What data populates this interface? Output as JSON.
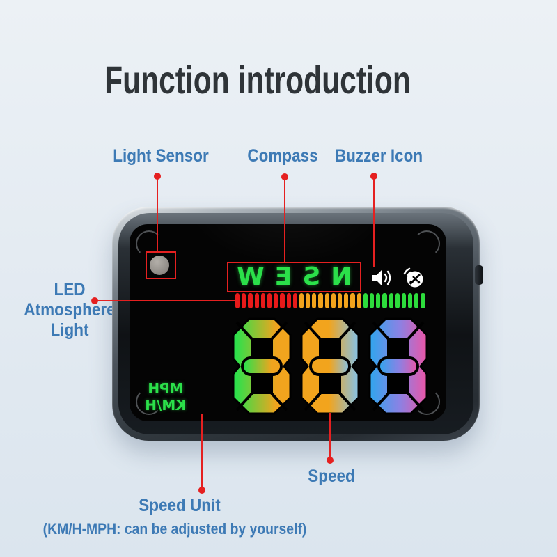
{
  "page": {
    "title": "Function introduction"
  },
  "colors": {
    "background_top": "#ecf1f5",
    "background_bottom": "#dbe5ee",
    "title_text": "#2f3438",
    "label_blue": "#3d7ab5",
    "callout_red": "#e52020",
    "display_green": "#2be04a",
    "icon_white": "#ffffff",
    "frame_metal_light": "#aeb6bc",
    "frame_metal_dark": "#272d33"
  },
  "callouts": {
    "light_sensor": {
      "label": "Light Sensor"
    },
    "compass": {
      "label": "Compass"
    },
    "buzzer": {
      "label": "Buzzer Icon"
    },
    "led_atmosphere": {
      "line1": "LED",
      "line2": "Atmosphere",
      "line3": "Light"
    },
    "speed": {
      "label": "Speed"
    },
    "speed_unit": {
      "label": "Speed Unit",
      "note": "(KM/H-MPH: can be adjusted by yourself)"
    }
  },
  "device": {
    "compass_letters": "NSEW",
    "speed_display": "888",
    "unit_top": "MPH",
    "unit_bottom": "KM/H",
    "icons": {
      "light_sensor": "sensor-dot-icon",
      "buzzer": "speaker-icon",
      "gps": "satellite-icon"
    },
    "led_bar": {
      "pattern": [
        {
          "color": "#e81a1a",
          "count": 10
        },
        {
          "color": "#f2a31c",
          "count": 10
        },
        {
          "color": "#2ddc3c",
          "count": 10
        }
      ]
    },
    "digit_gradients": [
      [
        [
          "5%",
          "#2ce14b"
        ],
        [
          "75%",
          "#f0a41e"
        ],
        [
          "100%",
          "#f2a41d"
        ]
      ],
      [
        [
          "0%",
          "#f2a41d"
        ],
        [
          "48%",
          "#f2a41d"
        ],
        [
          "96%",
          "#8cc0da"
        ]
      ],
      [
        [
          "0%",
          "#2fa6ee"
        ],
        [
          "52%",
          "#8a82e4"
        ],
        [
          "100%",
          "#ec55a6"
        ]
      ]
    ]
  }
}
